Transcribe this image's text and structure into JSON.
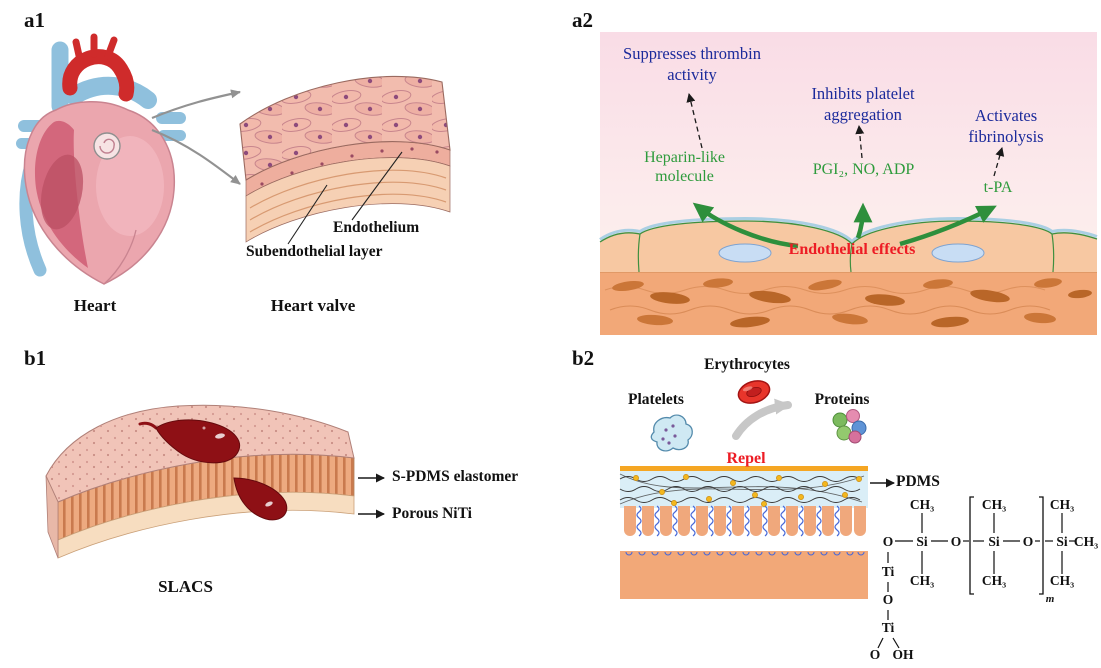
{
  "figure": {
    "panels": {
      "a1": {
        "label": "a1",
        "heart_caption": "Heart",
        "valve_caption": "Heart valve",
        "endothelium_label": "Endothelium",
        "subendothelial_label": "Subendothelial layer"
      },
      "a2": {
        "label": "a2",
        "outcome_thrombin": "Suppresses thrombin activity",
        "outcome_platelet": "Inhibits platelet aggregation",
        "outcome_fibrinolysis": "Activates fibrinolysis",
        "mediator_heparin": "Heparin-like molecule",
        "mediator_pgi2": "PGI₂, NO, ADP",
        "mediator_tpa": "t-PA",
        "center_label": "Endothelial effects"
      },
      "b1": {
        "label": "b1",
        "spdms_label": "S-PDMS elastomer",
        "niti_label": "Porous NiTi",
        "caption": "SLACS"
      },
      "b2": {
        "label": "b2",
        "platelets_label": "Platelets",
        "erythrocytes_label": "Erythrocytes",
        "proteins_label": "Proteins",
        "repel_label": "Repel",
        "pdms_label": "PDMS",
        "chem": {
          "o": "O",
          "si": "Si",
          "ch3": "CH₃",
          "ti": "Ti",
          "oh": "OH",
          "sub_m": "m"
        }
      }
    },
    "colors": {
      "outcome_text": "#1b2a9b",
      "mediator_text": "#2e9b3c",
      "emphasis_text": "#ed1c24",
      "tissue_orange": "#f2a878",
      "niti_orange": "#f0a87c",
      "pdms_blue": "#daeef7",
      "blood_red": "#8e1015",
      "bar_yellow": "#f5a623",
      "nucleus_blue": "#c8ddf4",
      "cell_outline_green": "#3f8f3f"
    }
  }
}
